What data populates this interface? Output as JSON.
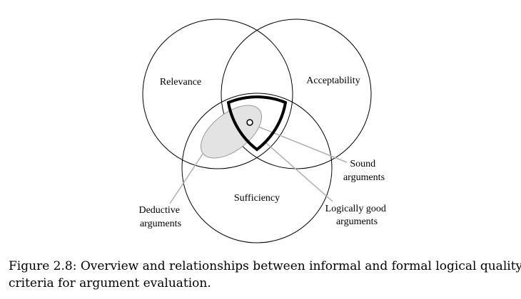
{
  "diagram": {
    "circles": {
      "relevance": "Relevance",
      "acceptability": "Acceptability",
      "sufficiency": "Sufficiency"
    },
    "callouts": {
      "deductive": [
        "Deductive",
        "arguments"
      ],
      "sound": [
        "Sound",
        "arguments"
      ],
      "logically_good": [
        "Logically good",
        "arguments"
      ]
    },
    "colors": {
      "outline": "#000000",
      "leader": "#b0b0b0",
      "deductive_fill": "#e3e3e3",
      "deductive_stroke": "#9a9a9a"
    }
  },
  "caption": {
    "line1": "Figure 2.8: Overview and relationships between informal and formal logical quality",
    "line2": "criteria for argument evaluation."
  }
}
